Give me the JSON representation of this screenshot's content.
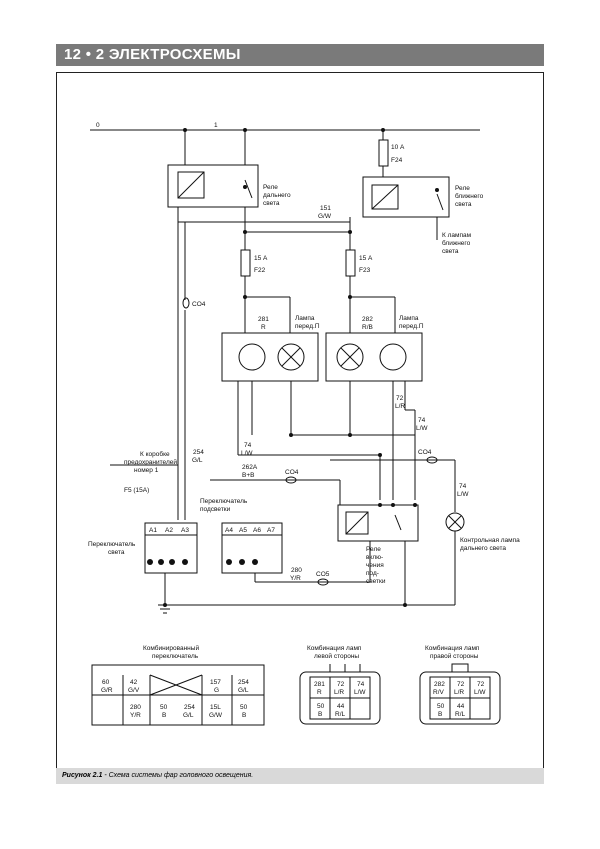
{
  "header": {
    "title": "12 • 2 ЭЛЕКТРОСХЕМЫ"
  },
  "caption": {
    "label": "Рисунок 2.1",
    "text": " - Схема системы фар головного освещения."
  },
  "bus": {
    "left": "0",
    "right": "1"
  },
  "fuses": {
    "f24": {
      "rating": "10 А",
      "name": "F24"
    },
    "f22": {
      "rating": "15 А",
      "name": "F22"
    },
    "f23": {
      "rating": "15 А",
      "name": "F23"
    },
    "f5": "F5 (15A)"
  },
  "relays": {
    "high": [
      "Реле",
      "дальнего",
      "света"
    ],
    "low": [
      "Реле",
      "ближнего",
      "света"
    ],
    "dim": [
      "Реле",
      "вклю-",
      "чения",
      "под-",
      "светки"
    ]
  },
  "wires": {
    "w151": [
      "151",
      "G/W"
    ],
    "w281": [
      "281",
      "R"
    ],
    "w282": [
      "282",
      "R/B"
    ],
    "w72": [
      "72",
      "L/R"
    ],
    "w74a": [
      "74",
      "L/W"
    ],
    "w74b": [
      "74",
      "L/W"
    ],
    "w74c": [
      "74",
      "L/W"
    ],
    "w254": [
      "254",
      "G/L"
    ],
    "w262a": [
      "262A",
      "B+B"
    ],
    "w280": [
      "280",
      "Y/R"
    ]
  },
  "connectors": {
    "co4a": "CO4",
    "co4b": "CO4",
    "co4c": "CO4",
    "co5": "CO5"
  },
  "lamps": {
    "left": [
      "Лампа",
      "перед.П"
    ],
    "right": [
      "Лампа",
      "перед.П"
    ],
    "low_beam_note": [
      "К лампам",
      "ближнего",
      "света"
    ],
    "indicator": [
      "Контрольная лампа",
      "дальнего света"
    ]
  },
  "fusebox_note": [
    "К коробке",
    "предохранителей",
    "номер 1"
  ],
  "switches": {
    "light": [
      "Переключатель",
      "света"
    ],
    "dimmer": [
      "Переключатель",
      "подсветки"
    ],
    "light_pins": [
      "A1",
      "A2",
      "A3"
    ],
    "dimmer_pins": [
      "A4",
      "A5",
      "A6",
      "A7"
    ]
  },
  "combo_switch": {
    "title": [
      "Комбинированный",
      "переключатель"
    ],
    "top": [
      [
        "60",
        "G/R"
      ],
      [
        "42",
        "G/V"
      ],
      [
        "",
        ""
      ],
      [
        "157",
        "G"
      ],
      [
        "254",
        "G/L"
      ]
    ],
    "bottom": [
      [
        "280",
        "Y/R"
      ],
      [
        "50",
        "B"
      ],
      [
        "254",
        "G/L"
      ],
      [
        "15L",
        "G/W"
      ],
      [
        "50",
        "B"
      ]
    ]
  },
  "lamp_combo_left": {
    "title": [
      "Комбинация ламп",
      "левой стороны"
    ],
    "top": [
      [
        "281",
        "R"
      ],
      [
        "72",
        "L/R"
      ],
      [
        "74",
        "L/W"
      ]
    ],
    "bottom": [
      [
        "50",
        "B"
      ],
      [
        "44",
        "R/L"
      ],
      [
        "",
        ""
      ]
    ]
  },
  "lamp_combo_right": {
    "title": [
      "Комбинация ламп",
      "правой стороны"
    ],
    "top": [
      [
        "282",
        "R/V"
      ],
      [
        "72",
        "L/R"
      ],
      [
        "72",
        "L/W"
      ]
    ],
    "bottom": [
      [
        "50",
        "B"
      ],
      [
        "44",
        "R/L"
      ],
      [
        "",
        ""
      ]
    ]
  }
}
